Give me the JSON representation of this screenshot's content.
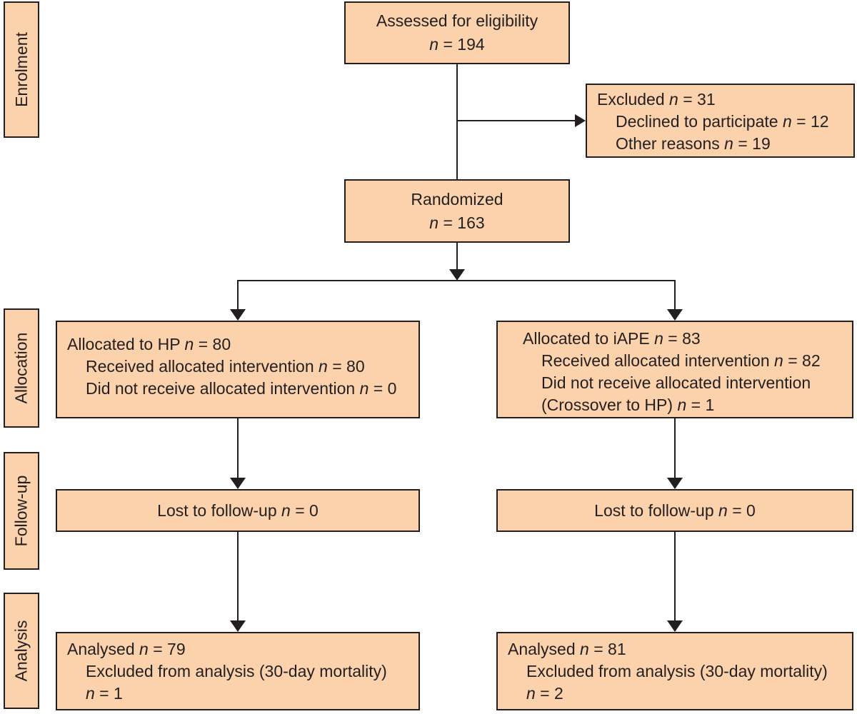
{
  "colors": {
    "box_fill": "#fbd2ac",
    "box_border": "#231f20",
    "connector_line": "#231f20",
    "text": "#231f20",
    "background": "#ffffff"
  },
  "stage_labels": {
    "enrolment": "Enrolment",
    "allocation": "Allocation",
    "followup": "Follow-up",
    "analysis": "Analysis"
  },
  "boxes": {
    "assessed": {
      "lines": [
        {
          "t": "Assessed for eligibility"
        },
        {
          "t": "n = 194"
        }
      ]
    },
    "excluded": {
      "lines": [
        {
          "t": "Excluded n = 31"
        },
        {
          "t": "Declined to participate n = 12",
          "ind": true
        },
        {
          "t": "Other reasons n = 19",
          "ind": true
        }
      ]
    },
    "randomized": {
      "lines": [
        {
          "t": "Randomized"
        },
        {
          "t": "n = 163"
        }
      ]
    },
    "alloc_hp": {
      "lines": [
        {
          "t": "Allocated to HP n = 80"
        },
        {
          "t": "Received allocated intervention n = 80",
          "ind": true
        },
        {
          "t": "Did not receive allocated intervention n = 0",
          "ind": true
        }
      ]
    },
    "alloc_iape": {
      "lines": [
        {
          "t": "Allocated to iAPE n = 83"
        },
        {
          "t": "Received allocated intervention n = 82",
          "ind": true
        },
        {
          "t": "Did not receive allocated intervention",
          "ind": true
        },
        {
          "t": "(Crossover to HP) n = 1",
          "ind": true
        }
      ]
    },
    "followup_hp": {
      "lines": [
        {
          "t": "Lost to follow-up n = 0"
        }
      ]
    },
    "followup_iape": {
      "lines": [
        {
          "t": "Lost to follow-up n = 0"
        }
      ]
    },
    "analysed_hp": {
      "lines": [
        {
          "t": "Analysed n = 79"
        },
        {
          "t": "Excluded from analysis (30-day mortality)",
          "ind": true
        },
        {
          "t": "n = 1",
          "ind": true
        }
      ]
    },
    "analysed_iape": {
      "lines": [
        {
          "t": "Analysed n = 81"
        },
        {
          "t": "Excluded from analysis (30-day mortality)",
          "ind": true
        },
        {
          "t": "n = 2",
          "ind": true
        }
      ]
    }
  }
}
